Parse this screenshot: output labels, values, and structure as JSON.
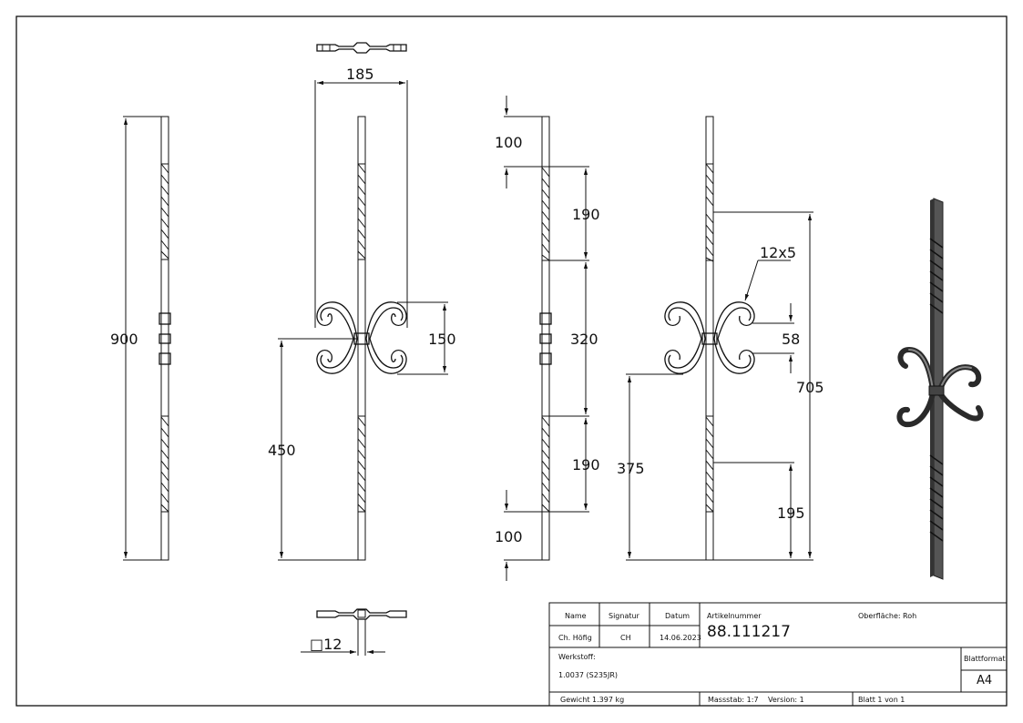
{
  "dimensions": {
    "total_height": "900",
    "scroll_width": "185",
    "scroll_center_height": "450",
    "scroll_spacing": "150",
    "top_end": "100",
    "upper_twist": "190",
    "middle_section": "320",
    "lower_twist": "190",
    "bottom_end": "100",
    "scroll_bar": "12x5",
    "scroll_offset": "58",
    "upper_height": "705",
    "lower_scroll_height": "375",
    "twist_start": "195",
    "bar_section": "□12"
  },
  "title_block": {
    "name_header": "Name",
    "signature_header": "Signatur",
    "date_header": "Datum",
    "article_header": "Artikelnummer",
    "surface_header": "Oberfläche:",
    "surface_value": "Roh",
    "name_value": "Ch. Höfig",
    "signature_value": "CH",
    "date_value": "14.06.2023",
    "article_value": "88.111217",
    "material_header": "Werkstoff:",
    "material_value": "1.0037 (S235JR)",
    "format_header": "Blattformat",
    "format_value": "A4",
    "weight": "Gewicht 1.397 kg",
    "scale": "Massstab: 1:7",
    "version": "Version: 1",
    "sheet": "Blatt 1 von 1"
  }
}
